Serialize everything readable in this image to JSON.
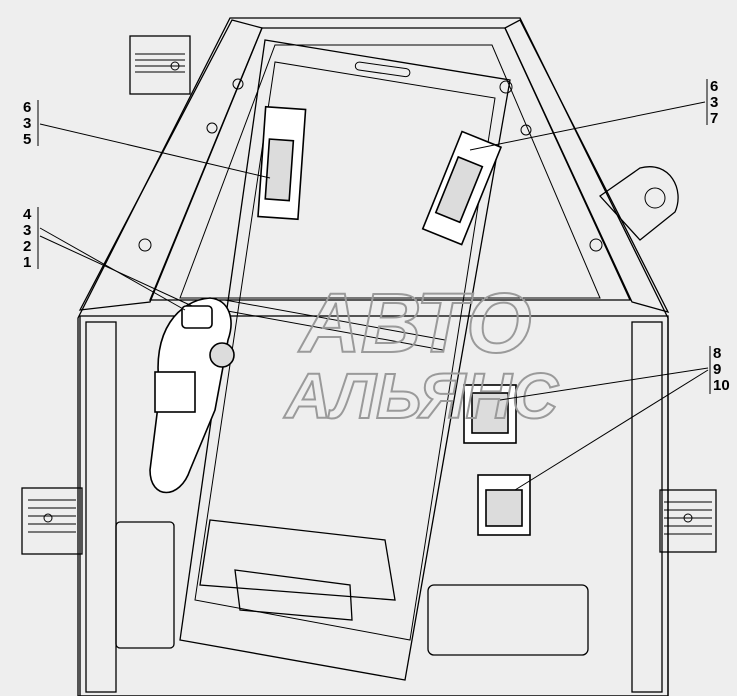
{
  "watermark": {
    "line1": "АВТО",
    "line2": "АЛЬЯНС"
  },
  "callouts": [
    {
      "id": "c1",
      "numbers": [
        "6",
        "3",
        "5"
      ]
    },
    {
      "id": "c2",
      "numbers": [
        "6",
        "3",
        "7"
      ]
    },
    {
      "id": "c3",
      "numbers": [
        "4",
        "3",
        "2",
        "1"
      ]
    },
    {
      "id": "c4",
      "numbers": [
        "8",
        "9",
        "10"
      ]
    }
  ],
  "colors": {
    "background": "#eeeeee",
    "line": "#000000",
    "fill_light": "#ffffff",
    "fill_part": "#dcdcdc",
    "watermark": "#9a9a9a"
  }
}
